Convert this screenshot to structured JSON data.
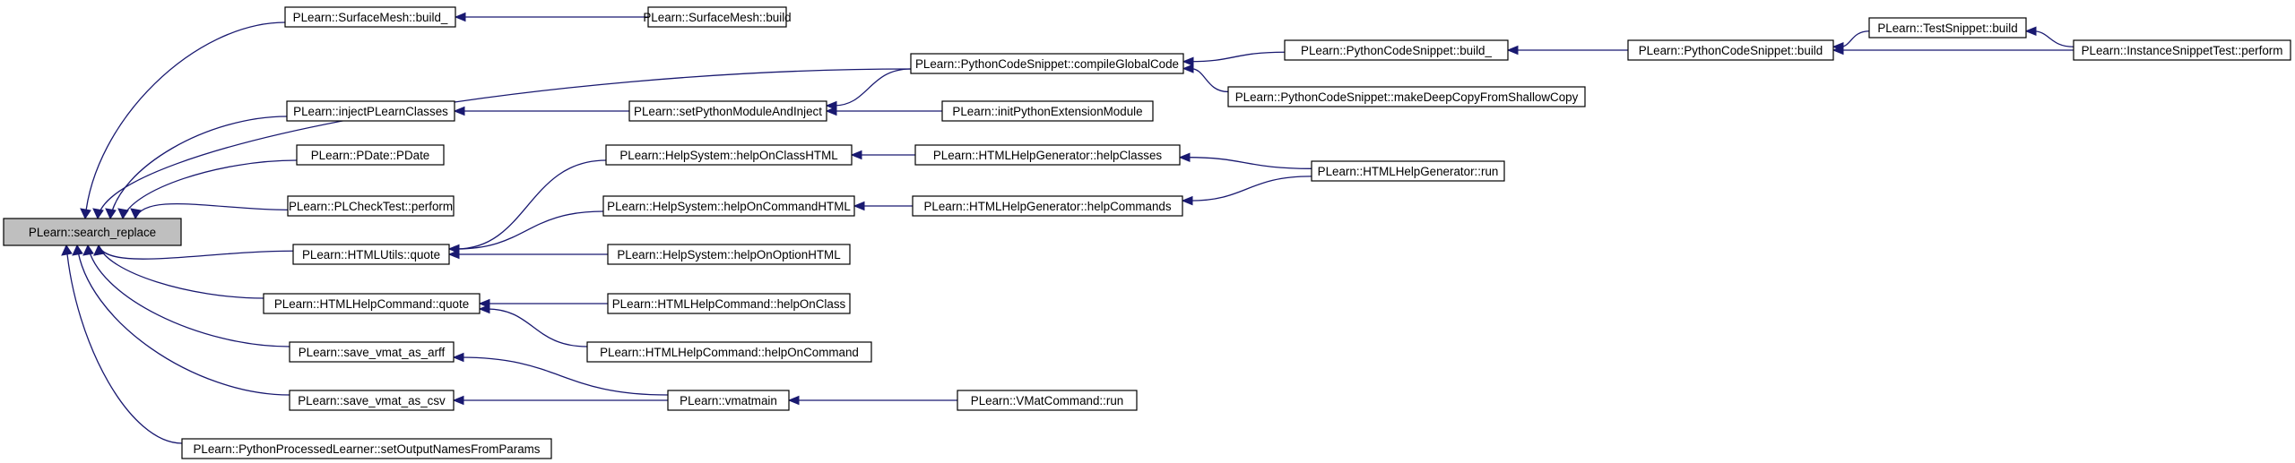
{
  "nodes": [
    {
      "id": "root",
      "label": "PLearn::search_replace",
      "root": true
    },
    {
      "id": "sm_build_",
      "label": "PLearn::SurfaceMesh::build_"
    },
    {
      "id": "sm_build",
      "label": "PLearn::SurfaceMesh::build"
    },
    {
      "id": "pcs_compile",
      "label": "PLearn::PythonCodeSnippet::compileGlobalCode"
    },
    {
      "id": "pcs_build_",
      "label": "PLearn::PythonCodeSnippet::build_"
    },
    {
      "id": "pcs_build",
      "label": "PLearn::PythonCodeSnippet::build"
    },
    {
      "id": "ts_build",
      "label": "PLearn::TestSnippet::build"
    },
    {
      "id": "ist_perform",
      "label": "PLearn::InstanceSnippetTest::perform"
    },
    {
      "id": "pcs_deepcopy",
      "label": "PLearn::PythonCodeSnippet::makeDeepCopyFromShallowCopy"
    },
    {
      "id": "inject",
      "label": "PLearn::injectPLearnClasses"
    },
    {
      "id": "setpy",
      "label": "PLearn::setPythonModuleAndInject"
    },
    {
      "id": "initpy",
      "label": "PLearn::initPythonExtensionModule"
    },
    {
      "id": "pdate",
      "label": "PLearn::PDate::PDate"
    },
    {
      "id": "plcheck",
      "label": "PLearn::PLCheckTest::perform"
    },
    {
      "id": "hs_class",
      "label": "PLearn::HelpSystem::helpOnClassHTML"
    },
    {
      "id": "hhg_classes",
      "label": "PLearn::HTMLHelpGenerator::helpClasses"
    },
    {
      "id": "hhg_run",
      "label": "PLearn::HTMLHelpGenerator::run"
    },
    {
      "id": "hs_command",
      "label": "PLearn::HelpSystem::helpOnCommandHTML"
    },
    {
      "id": "hhg_commands",
      "label": "PLearn::HTMLHelpGenerator::helpCommands"
    },
    {
      "id": "htmlutils_quote",
      "label": "PLearn::HTMLUtils::quote"
    },
    {
      "id": "hs_option",
      "label": "PLearn::HelpSystem::helpOnOptionHTML"
    },
    {
      "id": "hhc_quote",
      "label": "PLearn::HTMLHelpCommand::quote"
    },
    {
      "id": "hhc_class",
      "label": "PLearn::HTMLHelpCommand::helpOnClass"
    },
    {
      "id": "hhc_command",
      "label": "PLearn::HTMLHelpCommand::helpOnCommand"
    },
    {
      "id": "save_arff",
      "label": "PLearn::save_vmat_as_arff"
    },
    {
      "id": "vmatmain",
      "label": "PLearn::vmatmain"
    },
    {
      "id": "vmatcmd_run",
      "label": "PLearn::VMatCommand::run"
    },
    {
      "id": "save_csv",
      "label": "PLearn::save_vmat_as_csv"
    },
    {
      "id": "ppl_setout",
      "label": "PLearn::PythonProcessedLearner::setOutputNamesFromParams"
    }
  ],
  "edges": [
    {
      "from": "sm_build_",
      "to": "root"
    },
    {
      "from": "pcs_compile",
      "to": "root"
    },
    {
      "from": "inject",
      "to": "root"
    },
    {
      "from": "pdate",
      "to": "root"
    },
    {
      "from": "plcheck",
      "to": "root"
    },
    {
      "from": "htmlutils_quote",
      "to": "root"
    },
    {
      "from": "hhc_quote",
      "to": "root"
    },
    {
      "from": "save_arff",
      "to": "root"
    },
    {
      "from": "save_csv",
      "to": "root"
    },
    {
      "from": "ppl_setout",
      "to": "root"
    },
    {
      "from": "sm_build",
      "to": "sm_build_"
    },
    {
      "from": "pcs_build_",
      "to": "pcs_compile"
    },
    {
      "from": "pcs_deepcopy",
      "to": "pcs_compile"
    },
    {
      "from": "pcs_build",
      "to": "pcs_build_"
    },
    {
      "from": "ts_build",
      "to": "pcs_build"
    },
    {
      "from": "ist_perform",
      "to": "pcs_build"
    },
    {
      "from": "ist_perform",
      "to": "ts_build"
    },
    {
      "from": "setpy",
      "to": "inject"
    },
    {
      "from": "pcs_compile",
      "to": "setpy"
    },
    {
      "from": "initpy",
      "to": "setpy"
    },
    {
      "from": "hs_class",
      "to": "htmlutils_quote"
    },
    {
      "from": "hs_command",
      "to": "htmlutils_quote"
    },
    {
      "from": "hs_option",
      "to": "htmlutils_quote"
    },
    {
      "from": "hhg_classes",
      "to": "hs_class"
    },
    {
      "from": "hhg_run",
      "to": "hhg_classes"
    },
    {
      "from": "hhg_commands",
      "to": "hs_command"
    },
    {
      "from": "hhg_run",
      "to": "hhg_commands"
    },
    {
      "from": "hhc_class",
      "to": "hhc_quote"
    },
    {
      "from": "hhc_command",
      "to": "hhc_quote"
    },
    {
      "from": "vmatmain",
      "to": "save_arff"
    },
    {
      "from": "vmatmain",
      "to": "save_csv"
    },
    {
      "from": "vmatcmd_run",
      "to": "vmatmain"
    }
  ]
}
